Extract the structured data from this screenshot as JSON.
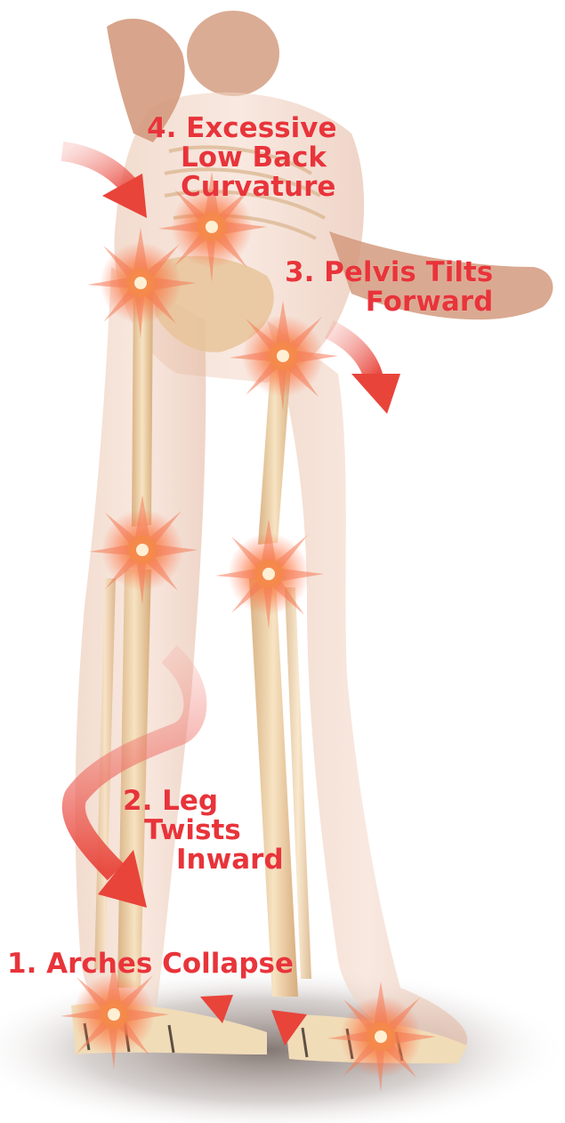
{
  "labels": {
    "step4": {
      "line1": "4. Excessive",
      "line2": "Low Back",
      "line3": "Curvature"
    },
    "step3": {
      "line1": "3. Pelvis Tilts",
      "line2": "Forward"
    },
    "step2": {
      "line1": "2. Leg",
      "line2": "Twists",
      "line3": "Inward"
    },
    "step1": {
      "line1": "1. Arches Collapse"
    }
  },
  "colors": {
    "label_red": "#e8343a",
    "arrow_red": "#e8443a",
    "skin": "#e9c2aa",
    "bone": "#efd3a8",
    "pain_core": "#f58a4a",
    "pain_glow": "#ff6a3a"
  },
  "pain_points": [
    {
      "id": "low-back",
      "name": "pain-burst-low-back-icon"
    },
    {
      "id": "hip-left",
      "name": "pain-burst-left-hip-icon"
    },
    {
      "id": "hip-right",
      "name": "pain-burst-right-hip-icon"
    },
    {
      "id": "knee-left",
      "name": "pain-burst-left-knee-icon"
    },
    {
      "id": "knee-right",
      "name": "pain-burst-right-knee-icon"
    },
    {
      "id": "foot-left",
      "name": "pain-burst-left-foot-icon"
    },
    {
      "id": "foot-right",
      "name": "pain-burst-right-foot-icon"
    }
  ]
}
